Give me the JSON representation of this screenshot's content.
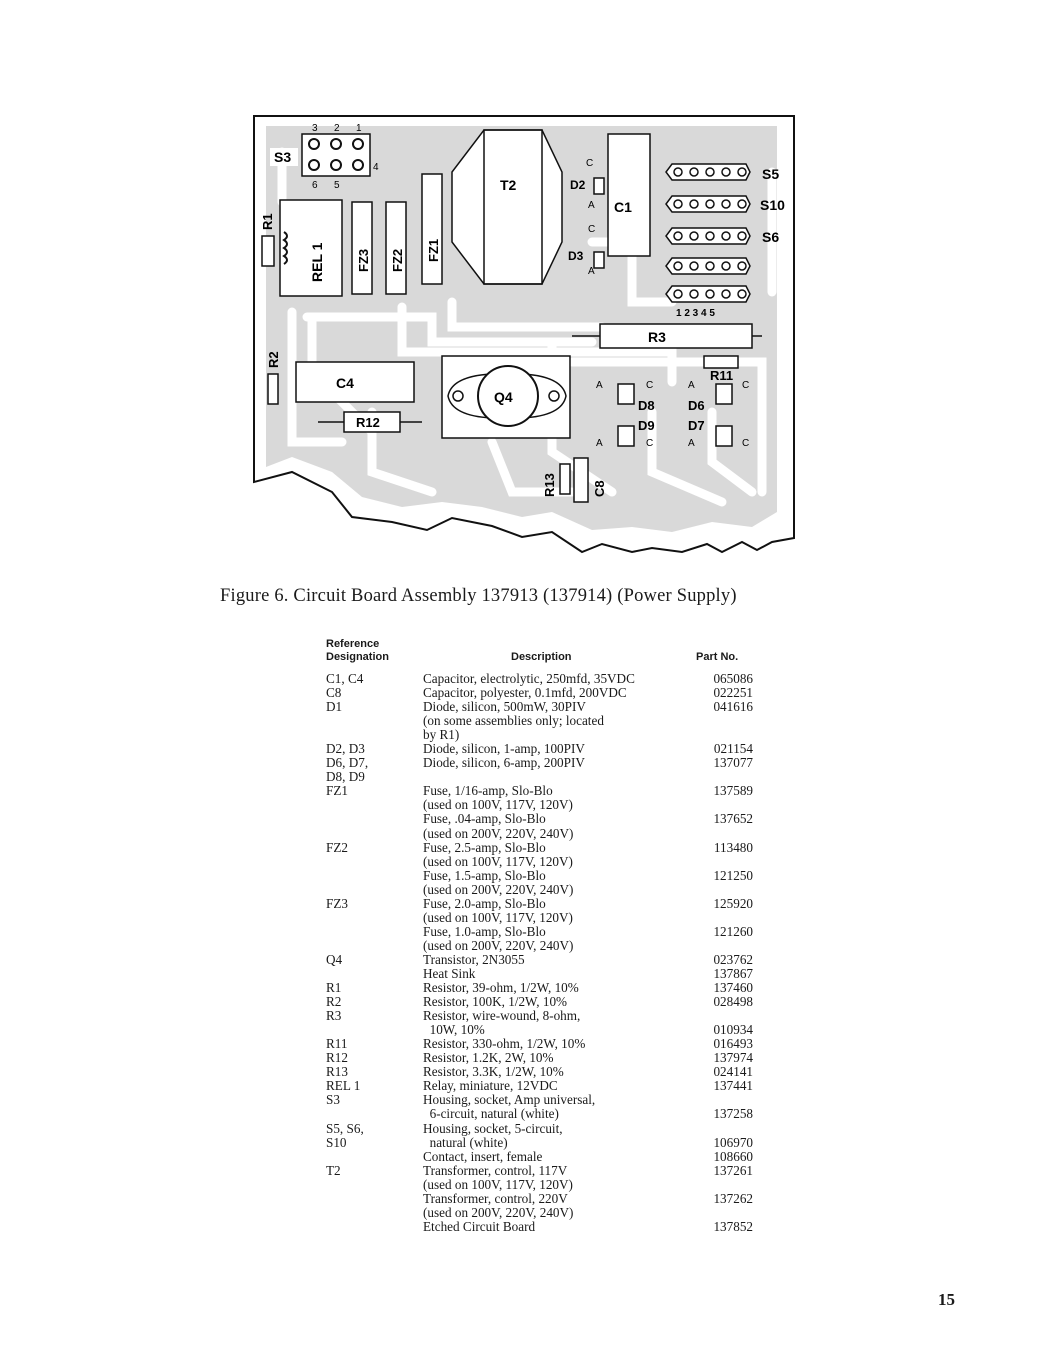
{
  "board": {
    "labels": {
      "S3": "S3",
      "pin3": "3",
      "pin2": "2",
      "pin1": "1",
      "pin4": "4",
      "pin6": "6",
      "pin5": "5",
      "R1": "R1",
      "REL1": "REL 1",
      "FZ3": "FZ3",
      "FZ2": "FZ2",
      "FZ1": "FZ1",
      "T2": "T2",
      "D2": "D2",
      "D3": "D3",
      "C1": "C1",
      "Ctop": "C",
      "Atop": "A",
      "Cmid": "C",
      "Amid": "A",
      "S5": "S5",
      "S10": "S10",
      "S6": "S6",
      "pins": "1 2 3 4 5",
      "R3": "R3",
      "R2": "R2",
      "C4": "C4",
      "R12": "R12",
      "Q4": "Q4",
      "R11": "R11",
      "D8": "D8",
      "D9": "D9",
      "D6": "D6",
      "D7": "D7",
      "R13": "R13",
      "C8": "C8",
      "A1": "A",
      "C1l": "C",
      "A2": "A",
      "C2l": "C",
      "A3": "A",
      "C3l": "C",
      "A4": "A",
      "C4l": "C"
    }
  },
  "caption": "Figure 6.  Circuit Board Assembly 137913 (137914) (Power Supply)",
  "table": {
    "header_ref_line1": "Reference",
    "header_ref_line2": "Designation",
    "header_desc": "Description",
    "header_part": "Part No.",
    "rows": [
      {
        "ref": "C1, C4",
        "desc": "Capacitor, electrolytic, 250mfd, 35VDC",
        "part": "065086"
      },
      {
        "ref": "C8",
        "desc": "Capacitor, polyester, 0.1mfd, 200VDC",
        "part": "022251"
      },
      {
        "ref": "D1",
        "desc": "Diode, silicon, 500mW, 30PIV",
        "part": "041616"
      },
      {
        "ref": "",
        "desc": "(on some assemblies only; located",
        "part": ""
      },
      {
        "ref": "",
        "desc": "by R1)",
        "part": ""
      },
      {
        "ref": "D2, D3",
        "desc": "Diode, silicon, 1-amp, 100PIV",
        "part": "021154"
      },
      {
        "ref": "D6, D7,",
        "desc": "Diode, silicon, 6-amp, 200PIV",
        "part": "137077"
      },
      {
        "ref": "D8, D9",
        "desc": "",
        "part": ""
      },
      {
        "ref": "FZ1",
        "desc": "Fuse, 1/16-amp, Slo-Blo",
        "part": "137589"
      },
      {
        "ref": "",
        "desc": "(used on 100V, 117V, 120V)",
        "part": ""
      },
      {
        "ref": "",
        "desc": "Fuse, .04-amp, Slo-Blo",
        "part": "137652"
      },
      {
        "ref": "",
        "desc": "(used on 200V, 220V, 240V)",
        "part": ""
      },
      {
        "ref": "FZ2",
        "desc": "Fuse, 2.5-amp, Slo-Blo",
        "part": "113480"
      },
      {
        "ref": "",
        "desc": "(used on 100V, 117V, 120V)",
        "part": ""
      },
      {
        "ref": "",
        "desc": "Fuse, 1.5-amp, Slo-Blo",
        "part": "121250"
      },
      {
        "ref": "",
        "desc": "(used on 200V, 220V, 240V)",
        "part": ""
      },
      {
        "ref": "FZ3",
        "desc": "Fuse, 2.0-amp, Slo-Blo",
        "part": "125920"
      },
      {
        "ref": "",
        "desc": "(used on 100V, 117V, 120V)",
        "part": ""
      },
      {
        "ref": "",
        "desc": "Fuse, 1.0-amp, Slo-Blo",
        "part": "121260"
      },
      {
        "ref": "",
        "desc": "(used on 200V, 220V, 240V)",
        "part": ""
      },
      {
        "ref": "Q4",
        "desc": "Transistor, 2N3055",
        "part": "023762"
      },
      {
        "ref": "",
        "desc": "Heat Sink",
        "part": "137867"
      },
      {
        "ref": "R1",
        "desc": "Resistor, 39-ohm, 1/2W, 10%",
        "part": "137460"
      },
      {
        "ref": "R2",
        "desc": "Resistor, 100K, 1/2W, 10%",
        "part": "028498"
      },
      {
        "ref": "R3",
        "desc": "Resistor, wire-wound, 8-ohm,",
        "part": ""
      },
      {
        "ref": "",
        "desc": "  10W, 10%",
        "part": "010934"
      },
      {
        "ref": "R11",
        "desc": "Resistor, 330-ohm, 1/2W, 10%",
        "part": "016493"
      },
      {
        "ref": "R12",
        "desc": "Resistor, 1.2K, 2W, 10%",
        "part": "137974"
      },
      {
        "ref": "R13",
        "desc": "Resistor, 3.3K, 1/2W, 10%",
        "part": "024141"
      },
      {
        "ref": "REL 1",
        "desc": "Relay, miniature, 12VDC",
        "part": "137441"
      },
      {
        "ref": "S3",
        "desc": "Housing, socket, Amp universal,",
        "part": ""
      },
      {
        "ref": "",
        "desc": "  6-circuit, natural (white)",
        "part": "137258"
      },
      {
        "ref": "S5, S6,",
        "desc": "Housing, socket, 5-circuit,",
        "part": ""
      },
      {
        "ref": "S10",
        "desc": "  natural (white)",
        "part": "106970"
      },
      {
        "ref": "",
        "desc": "Contact, insert, female",
        "part": "108660"
      },
      {
        "ref": "T2",
        "desc": "Transformer, control, 117V",
        "part": "137261"
      },
      {
        "ref": "",
        "desc": "(used on 100V, 117V, 120V)",
        "part": ""
      },
      {
        "ref": "",
        "desc": "Transformer, control, 220V",
        "part": "137262"
      },
      {
        "ref": "",
        "desc": "(used on 200V, 220V, 240V)",
        "part": ""
      },
      {
        "ref": "",
        "desc": "Etched Circuit Board",
        "part": "137852"
      }
    ]
  },
  "page_number": "15"
}
